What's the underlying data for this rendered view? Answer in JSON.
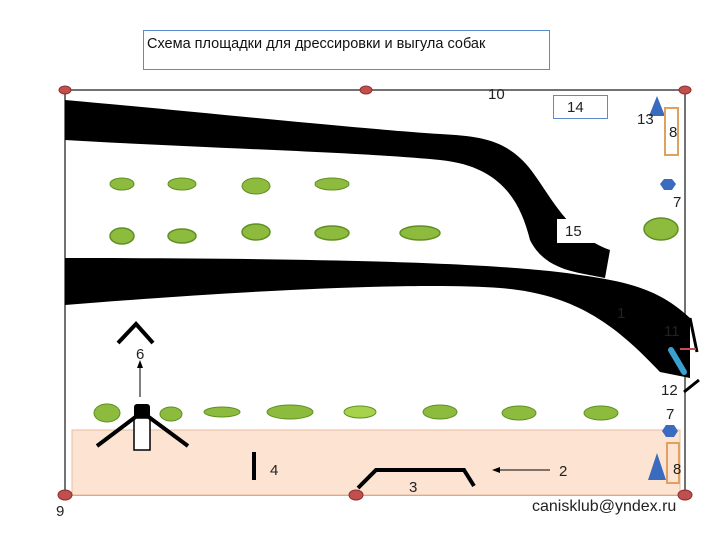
{
  "title": "Схема площадки для дрессировки и выгула собак",
  "labels": {
    "l1": "1",
    "l2": "2",
    "l3": "3",
    "l4": "4",
    "l6": "6",
    "l7_top": "7",
    "l7_bottom": "7",
    "l8_top": "8",
    "l8_bottom": "8",
    "l9": "9",
    "l10": "10",
    "l11": "11",
    "l12": "12",
    "l13": "13",
    "l14": "14",
    "l15": "15"
  },
  "email": "canisklub@yndex.ru",
  "colors": {
    "path": "#000000",
    "bush": "#8dbb3e",
    "bush_outline": "#5f8f23",
    "post": "#c0504d",
    "sand": "#fde3d1",
    "cone": "#3b6bbf",
    "hexagon": "#3b6bbf",
    "frame": "#e0a060",
    "tunnel": "#3aa0d0"
  }
}
